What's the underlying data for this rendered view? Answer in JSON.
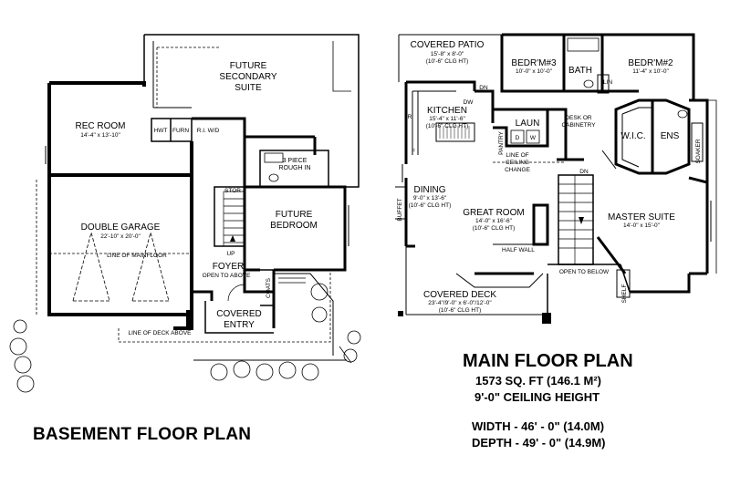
{
  "basement": {
    "title": "BASEMENT FLOOR PLAN",
    "rooms": {
      "future_suite_1": "FUTURE",
      "future_suite_2": "SECONDARY",
      "future_suite_3": "SUITE",
      "rec_room": "REC ROOM",
      "rec_room_dim": "14'-4\" x 13'-10\"",
      "hwt": "HWT",
      "furn": "FURN",
      "riwd": "R.I. W/D",
      "three_piece_1": "3 PIECE",
      "three_piece_2": "ROUGH IN",
      "stor": "STOR",
      "future_bedroom_1": "FUTURE",
      "future_bedroom_2": "BEDROOM",
      "double_garage": "DOUBLE GARAGE",
      "double_garage_dim": "22'-10\" x 20'-0\"",
      "line_of_mainfloor": "LINE OF MAINFLOOR",
      "up": "UP",
      "foyer": "FOYER",
      "foyer_note": "OPEN TO ABOVE",
      "coats": "COATS",
      "covered_entry_1": "COVERED",
      "covered_entry_2": "ENTRY",
      "line_of_deck": "LINE OF DECK ABOVE"
    }
  },
  "main_floor": {
    "title": "MAIN FLOOR PLAN",
    "area": "1573 SQ. FT (146.1 M²)",
    "ceiling": "9'-0\" CEILING HEIGHT",
    "width": "WIDTH - 46' - 0\" (14.0M)",
    "depth": "DEPTH - 49' - 0\" (14.9M)",
    "rooms": {
      "covered_patio": "COVERED PATIO",
      "covered_patio_dim": "15'-8\" x 8'-0\"",
      "covered_patio_clg": "(10'-6\" CLG HT)",
      "bedroom3": "BEDR'M#3",
      "bedroom3_dim": "10'-0\" x 10'-0\"",
      "bath": "BATH",
      "bedroom2": "BEDR'M#2",
      "bedroom2_dim": "11'-4\" x 10'-0\"",
      "dn1": "DN",
      "lin": "LIN",
      "kitchen": "KITCHEN",
      "kitchen_dim": "15'-4\" x 11'-6\"",
      "kitchen_clg": "(10'-6\" CLG HT)",
      "dw": "DW",
      "r": "R",
      "f": "F",
      "laun": "LAUN",
      "pantry": "PANTRY",
      "d": "D",
      "w": "W",
      "desk_1": "DESK OR",
      "desk_2": "CABINETRY",
      "wic": "W.I.C.",
      "ens": "ENS",
      "soaker": "SOAKER",
      "line_ceiling_1": "LINE OF",
      "line_ceiling_2": "CEILING",
      "line_ceiling_3": "CHANGE",
      "dn2": "DN",
      "dining": "DINING",
      "dining_dim": "9'-0\" x 13'-6\"",
      "dining_clg": "(10'-6\" CLG HT)",
      "buffet": "BUFFET",
      "great_room": "GREAT ROOM",
      "great_room_dim": "14'-0\" x 16'-6\"",
      "great_room_clg": "(10'-6\" CLG HT)",
      "half_wall": "HALF WALL",
      "master_suite": "MASTER SUITE",
      "master_suite_dim": "14'-0\" x 15'-0\"",
      "open_below": "OPEN TO BELOW",
      "shelf": "SHELF",
      "covered_deck": "COVERED DECK",
      "covered_deck_dim": "23'-4\"/9'-0\" x 6'-0\"/12'-0\"",
      "covered_deck_clg": "(10'-6\" CLG HT)"
    }
  }
}
